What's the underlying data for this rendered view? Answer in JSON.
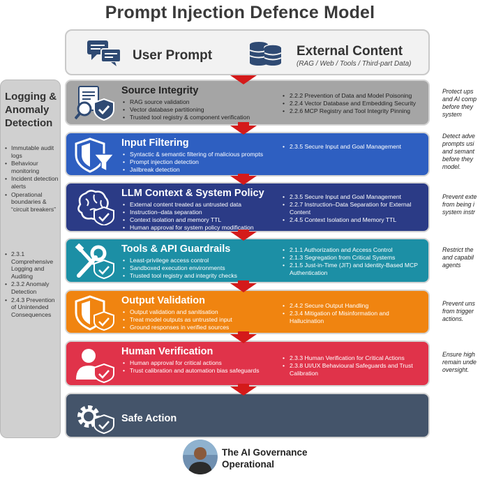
{
  "title": "Prompt Injection Defence Model",
  "inputs": {
    "user_prompt": "User Prompt",
    "external_content": "External Content",
    "external_content_sub": "(RAG / Web / Tools / Third-part Data)"
  },
  "logging": {
    "title": "Logging & Anomaly Detection",
    "items": [
      "Immutable audit logs",
      "Behaviour monitoring",
      "Incident detection alerts",
      "Operational boundaries & “circuit breakers”"
    ],
    "refs": [
      "2.3.1 Comprehensive Logging and Auditing",
      "2.3.2 Anomaly Detection",
      "2.4.3 Prevention of Unintended Consequences"
    ]
  },
  "layers": [
    {
      "title": "Source Integrity",
      "color": "#a5a5a5",
      "icon": "document-magnifier-shield-icon",
      "items": [
        "RAG source validation",
        "Vector database partitioning",
        "Trusted tool registry & component verification"
      ],
      "refs": [
        "2.2.2 Prevention of Data and Model Poisoning",
        "2.2.4 Vector Database and Embedding Security",
        "2.2.6 MCP Registry and Tool Integrity Pinning"
      ],
      "note": "Protect ups\nand AI comp\nbefore they\nsystem"
    },
    {
      "title": "Input Filtering",
      "color": "#2e5fc1",
      "icon": "shield-funnel-icon",
      "items": [
        "Syntactic & semantic filtering of malicious prompts",
        "Prompt injection detection",
        "Jailbreak detection"
      ],
      "refs": [
        "2.3.5 Secure Input and Goal Management"
      ],
      "note": "Detect adve\nprompts usi\nand semant\nbefore they\nmodel."
    },
    {
      "title": "LLM Context & System Policy",
      "color": "#2b3b86",
      "icon": "brain-shield-icon",
      "items": [
        "External content treated as untrusted data",
        "Instruction–data separation",
        "Context isolation and memory TTL",
        "Human approval for system policy modification"
      ],
      "refs": [
        "2.3.5 Secure Input and Goal Management",
        "2.2.7 Instruction–Data Separation for External Content",
        "2.4.5 Context Isolation and Memory TTL"
      ],
      "note": "Prevent exte\nfrom being i\nsystem instr"
    },
    {
      "title": "Tools & API Guardrails",
      "color": "#1c8fa5",
      "icon": "tools-shield-icon",
      "items": [
        "Least-privilege access control",
        "Sandboxed execution environments",
        "Trusted tool registry and integrity checks"
      ],
      "refs": [
        "2.1.1 Authorization and Access Control",
        "2.1.3 Segregation from Critical Systems",
        "2.1.5 Just-in-Time (JIT) and Identity-Based MCP Authentication"
      ],
      "note": "Restrict the\nand capabil\nagents"
    },
    {
      "title": "Output Validation",
      "color": "#f08410",
      "icon": "shield-check-icon",
      "items": [
        "Output validation and sanitisation",
        "Treat model outputs as untrusted input",
        "Ground responses in verified sources"
      ],
      "refs": [
        "2.4.2 Secure Output Handling",
        "2.3.4 Mitigation of Misinformation and Hallucination"
      ],
      "note": "Prevent uns\nfrom trigger\nactions."
    },
    {
      "title": "Human Verification",
      "color": "#e0334a",
      "icon": "person-shield-icon",
      "items": [
        "Human approval for critical actions",
        "Trust calibration and automation bias safeguards"
      ],
      "refs": [
        "2.3.3 Human Verification for Critical Actions",
        "2.3.8 UI/UX Behavioural Safeguards and Trust Calibration"
      ],
      "note": "Ensure high\nremain unde\noversight."
    },
    {
      "title": "Safe Action",
      "color": "#44546a",
      "icon": "gear-shield-icon",
      "items": [],
      "refs": [],
      "note": ""
    }
  ],
  "footer": {
    "line1": "The AI Governance",
    "line2": "Operational"
  }
}
